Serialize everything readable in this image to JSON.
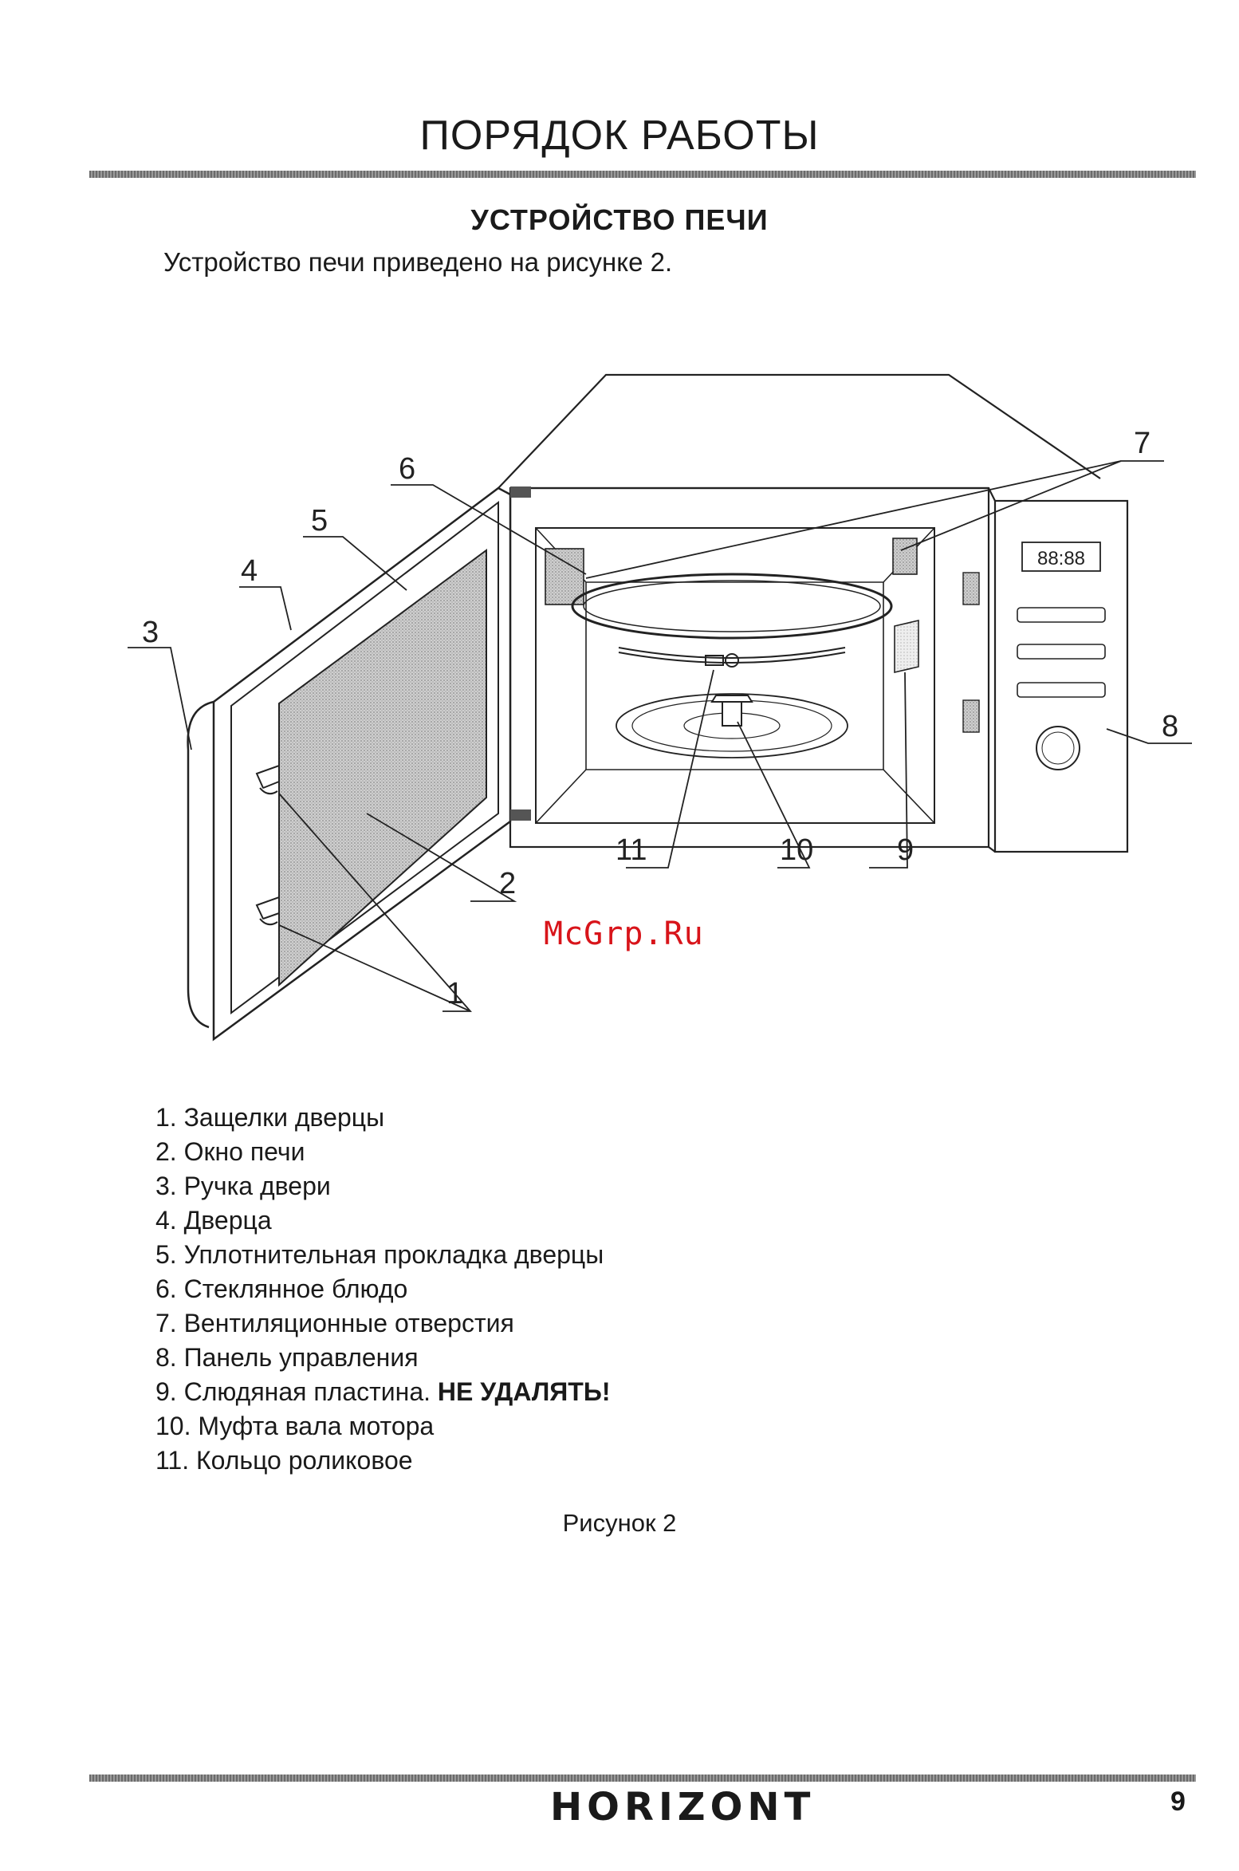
{
  "header": {
    "title": "ПОРЯДОК РАБОТЫ"
  },
  "section": {
    "title": "УСТРОЙСТВО ПЕЧИ",
    "intro": "Устройство печи приведено на рисунке 2."
  },
  "figure": {
    "callouts": [
      "1",
      "2",
      "3",
      "4",
      "5",
      "6",
      "7",
      "8",
      "9",
      "10",
      "11"
    ],
    "display_text": "88:88",
    "caption": "Рисунок 2"
  },
  "legend": {
    "items": [
      {
        "text": "1. Защелки дверцы"
      },
      {
        "text": "2. Окно печи"
      },
      {
        "text": "3. Ручка двери"
      },
      {
        "text": "4. Дверца"
      },
      {
        "text": "5. Уплотнительная прокладка дверцы"
      },
      {
        "text": "6. Стеклянное блюдо"
      },
      {
        "text": "7. Вентиляционные отверстия"
      },
      {
        "text": "8. Панель управления"
      },
      {
        "text": "9. Слюдяная пластина. ",
        "warning": "НЕ УДАЛЯТЬ!"
      },
      {
        "text": "10.  Муфта вала мотора"
      },
      {
        "text": "11.  Кольцо роликовое"
      }
    ]
  },
  "watermark": "McGrp.Ru",
  "footer": {
    "brand": "HORIZONT",
    "page_number": "9"
  }
}
